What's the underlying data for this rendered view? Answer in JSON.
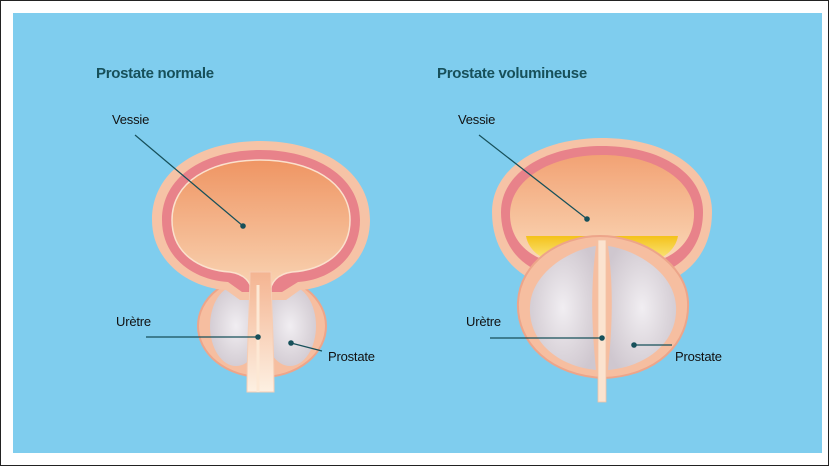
{
  "left": {
    "title": "Prostate normale",
    "label_bladder": "Vessie",
    "label_urethra": "Urètre",
    "label_prostate": "Prostate"
  },
  "right": {
    "title": "Prostate volumineuse",
    "label_bladder": "Vessie",
    "label_urethra": "Urètre",
    "label_prostate": "Prostate"
  },
  "colors": {
    "background": "#7fcdee",
    "bladder_wall": "#e8828a",
    "bladder_outer": "#f6c3a6",
    "bladder_fill_top": "#ef9a6a",
    "bladder_fill_bottom": "#f9d6b4",
    "prostate_tissue": "#e8e2e6",
    "urine_residue": "#f6cf1a",
    "leader_line": "#17505a"
  }
}
